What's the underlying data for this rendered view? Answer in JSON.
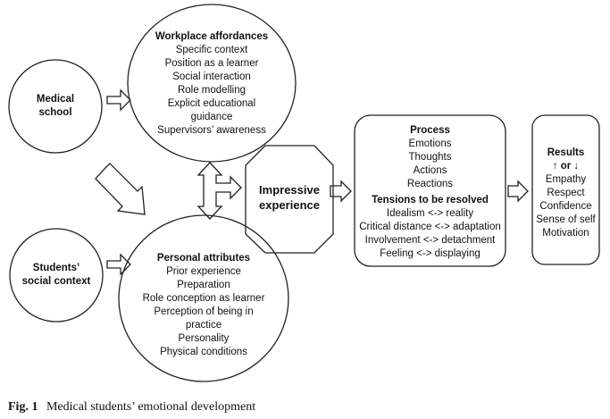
{
  "medical_school": {
    "lines": [
      "Medical",
      "school"
    ]
  },
  "social_context": {
    "lines": [
      "Students’",
      "social context"
    ]
  },
  "workplace": {
    "title": "Workplace affordances",
    "items": [
      "Specific context",
      "Position as a learner",
      "Social interaction",
      "Role modelling",
      "Explicit educational",
      "guidance",
      "Supervisors’ awareness"
    ]
  },
  "personal": {
    "title": "Personal attributes",
    "items": [
      "Prior experience",
      "Preparation",
      "Role conception as learner",
      "Perception of being in",
      "practice",
      "Personality",
      "Physical conditions"
    ]
  },
  "impressive": {
    "lines": [
      "Impressive",
      "experience"
    ]
  },
  "process": {
    "title": "Process",
    "items": [
      "Emotions",
      "Thoughts",
      "Actions",
      "Reactions"
    ],
    "tensions_title": "Tensions to be resolved",
    "tensions": [
      "Idealism <-> reality",
      "Critical distance <-> adaptation",
      "Involvement <-> detachment",
      "Feeling <-> displaying"
    ]
  },
  "results": {
    "title": "Results",
    "arrows_line": "↑ or ↓",
    "items": [
      "Empathy",
      "Respect",
      "Confidence",
      "Sense of self",
      "Motivation"
    ]
  },
  "caption": {
    "fig_label": "Fig. 1",
    "text": "Medical students’ emotional development"
  }
}
